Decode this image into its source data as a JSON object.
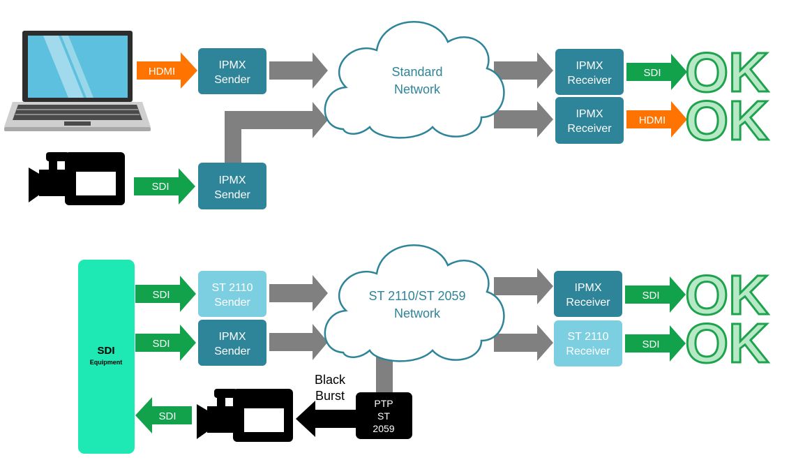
{
  "colors": {
    "ipmx_box": "#2e8499",
    "st2110_box": "#7ccfe0",
    "box_text": "#ffffff",
    "cloud_text": "#2e8499",
    "hdmi_arrow": "#ff7300",
    "sdi_arrow": "#12a24b",
    "gray_arrow": "#808080",
    "ok_fill": "#b7e9c6",
    "ok_stroke": "#1fa24d",
    "sdi_equipment": "#1ee8b4",
    "ptp_box": "#000000"
  },
  "top": {
    "sender1": {
      "line1": "IPMX",
      "line2": "Sender"
    },
    "sender2": {
      "line1": "IPMX",
      "line2": "Sender"
    },
    "input1": "HDMI",
    "input2": "SDI",
    "cloud": {
      "line1": "Standard",
      "line2": "Network"
    },
    "receiver1": {
      "line1": "IPMX",
      "line2": "Receiver"
    },
    "receiver2": {
      "line1": "IPMX",
      "line2": "Receiver"
    },
    "output1": "SDI",
    "output2": "HDMI",
    "ok1": "OK",
    "ok2": "OK"
  },
  "bottom": {
    "equipment": {
      "line1": "SDI",
      "line2": "Equipment"
    },
    "input1": "SDI",
    "input2": "SDI",
    "return": "SDI",
    "sender1": {
      "line1": "ST 2110",
      "line2": "Sender"
    },
    "sender2": {
      "line1": "IPMX",
      "line2": "Sender"
    },
    "cloud": {
      "line1": "ST 2110/ST 2059",
      "line2": "Network"
    },
    "receiver1": {
      "line1": "IPMX",
      "line2": "Receiver"
    },
    "receiver2": {
      "line1": "ST 2110",
      "line2": "Receiver"
    },
    "output1": "SDI",
    "output2": "SDI",
    "ok1": "OK",
    "ok2": "OK",
    "black_burst": {
      "line1": "Black",
      "line2": "Burst"
    },
    "ptp": {
      "line1": "PTP",
      "line2": "ST",
      "line3": "2059"
    }
  }
}
